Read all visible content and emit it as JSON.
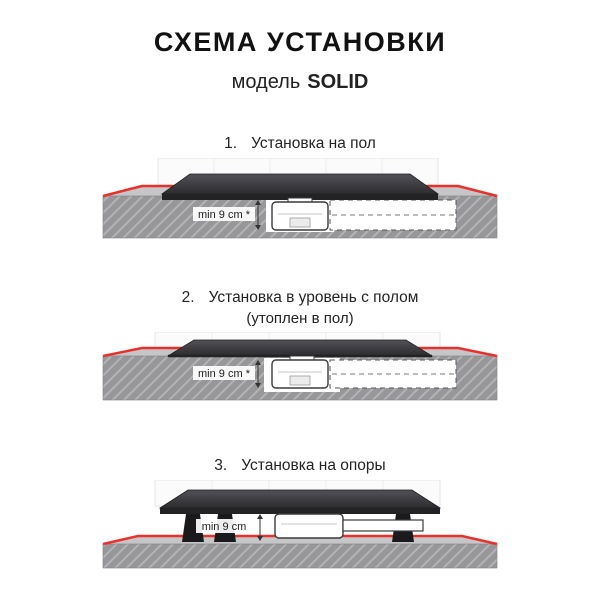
{
  "header": {
    "title": "СХЕМА УСТАНОВКИ",
    "subtitle_prefix": "модель",
    "subtitle_model": "SOLID"
  },
  "sections": [
    {
      "number": "1.",
      "title": "Установка на пол",
      "subtitle": "",
      "dimension": "min 9 cm *"
    },
    {
      "number": "2.",
      "title": "Установка в уровень с полом",
      "subtitle": "(утоплен в пол)",
      "dimension": "min 9 cm *"
    },
    {
      "number": "3.",
      "title": "Установка на опоры",
      "subtitle": "",
      "dimension": "min 9 cm"
    }
  ],
  "colors": {
    "accent_red": "#e8312d",
    "tray_dark": "#39393d",
    "floor_gray": "#97979a",
    "wall_light": "#fbfbfb"
  }
}
